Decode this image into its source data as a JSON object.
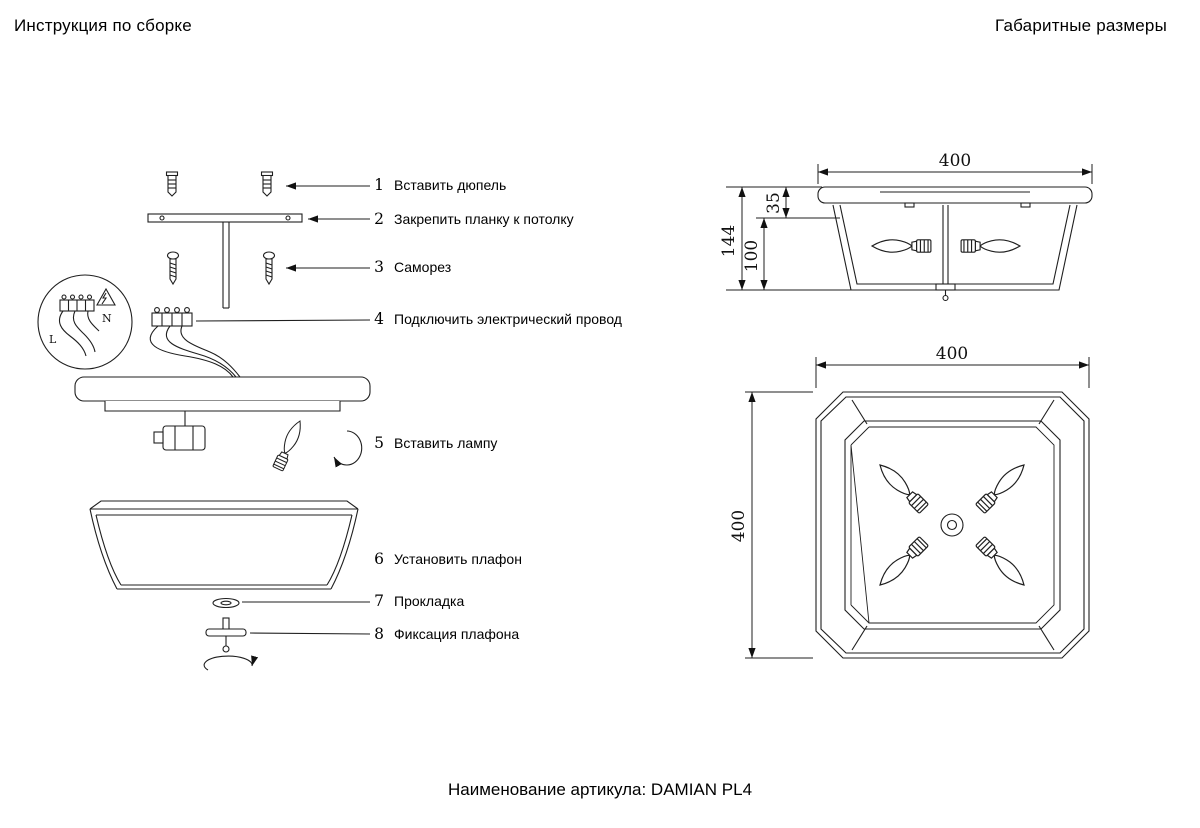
{
  "page": {
    "title_left": "Инструкция по сборке",
    "title_right": "Габаритные размеры",
    "footer": "Наименование артикула: DAMIAN PL4"
  },
  "steps": [
    {
      "num": "1",
      "label": "Вставить дюпель"
    },
    {
      "num": "2",
      "label": "Закрепить планку к потолку"
    },
    {
      "num": "3",
      "label": "Саморез"
    },
    {
      "num": "4",
      "label": "Подключить электрический провод"
    },
    {
      "num": "5",
      "label": "Вставить лампу"
    },
    {
      "num": "6",
      "label": "Установить плафон"
    },
    {
      "num": "7",
      "label": "Прокладка"
    },
    {
      "num": "8",
      "label": "Фиксация плафона"
    }
  ],
  "dimensions": {
    "side_width": "400",
    "height_total": "144",
    "height_body": "100",
    "height_plate": "35",
    "top_width": "400",
    "top_depth": "400"
  },
  "wiring": {
    "neutral": "N",
    "line": "L"
  }
}
